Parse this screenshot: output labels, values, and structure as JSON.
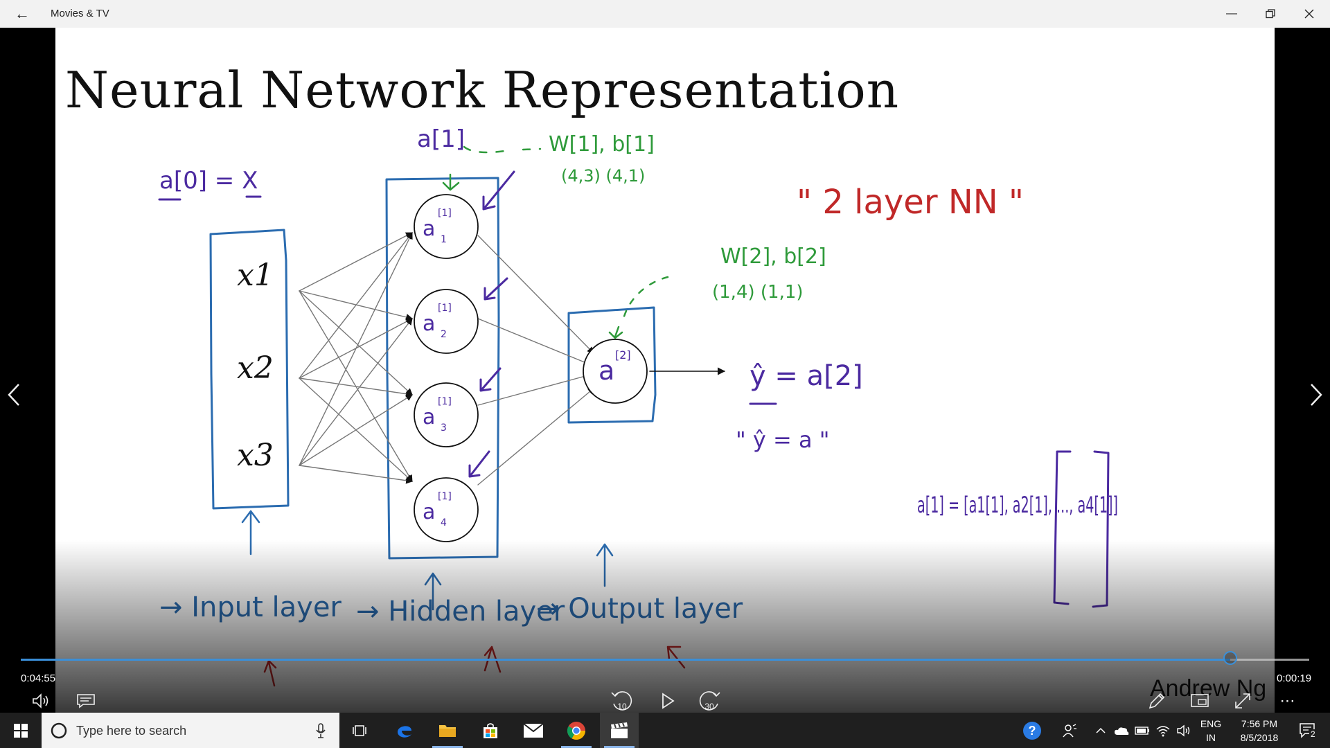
{
  "window": {
    "title": "Movies & TV"
  },
  "slide": {
    "title": "Neural Network Representation",
    "author": "Andrew Ng",
    "inputs": [
      "x1",
      "x2",
      "x3"
    ],
    "layer_labels": {
      "input": "→ Input layer",
      "hidden": "→ Hidden layer",
      "output": "→ Output layer"
    },
    "notes": {
      "a0": "a[0] = X",
      "a1": "a[1]",
      "w1b1": "W[1], b[1]",
      "w1b1_dims": "(4,3) (4,1)",
      "w2b2": "W[2], b[2]",
      "w2b2_dims": "(1,4) (1,1)",
      "two_layer": "\" 2 layer NN \"",
      "yhat": "ŷ = a[2]",
      "yhat_quote": "\" ŷ = a \"",
      "a1_vector": "a[1] = [a1[1], a2[1], ..., a4[1]]"
    }
  },
  "player": {
    "elapsed": "0:04:55",
    "remaining": "0:00:19",
    "progress": 0.9385
  },
  "taskbar": {
    "search_placeholder": "Type here to search",
    "lang_top": "ENG",
    "lang_bottom": "IN",
    "time": "7:56 PM",
    "date": "8/5/2018",
    "notification_count": "2"
  },
  "colors": {
    "accent": "#3b8fd8",
    "slide_blue": "#2b6cb0",
    "ink_purple": "#4b2aa0",
    "ink_green": "#2e9a3a",
    "ink_red": "#c02828"
  }
}
